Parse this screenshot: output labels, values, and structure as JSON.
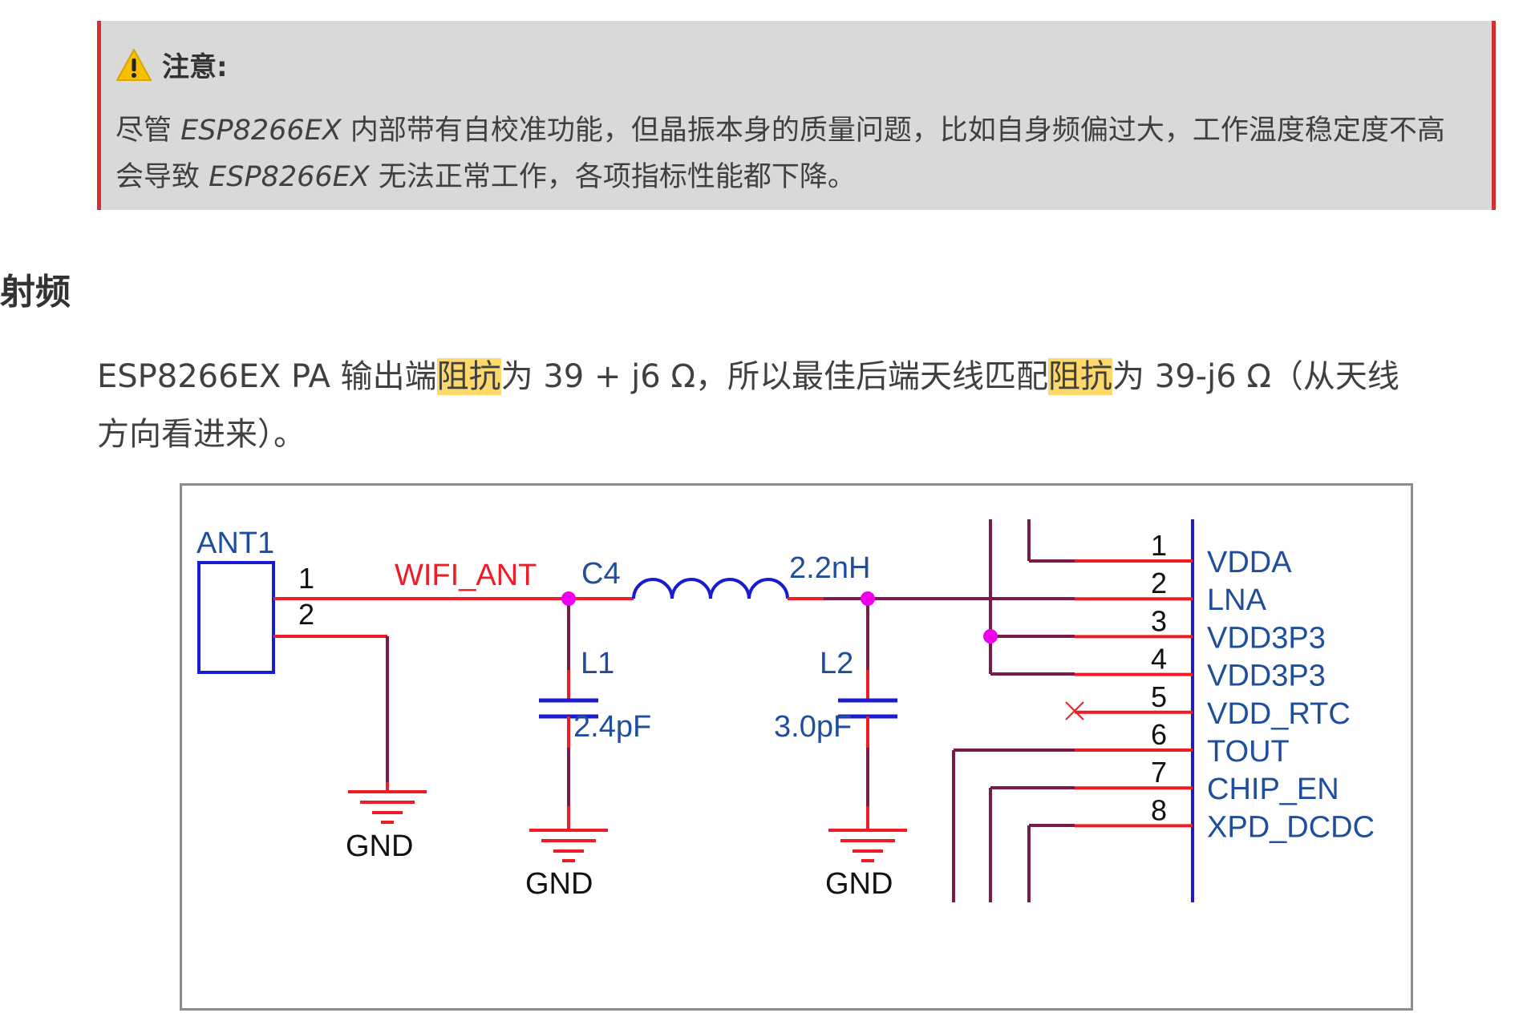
{
  "note": {
    "title": "注意:",
    "line1_pre": "尽管 ",
    "line1_em": "ESP8266EX",
    "line1_post": " 内部带有自校准功能，但晶振本身的质量问题，比如自身频偏过大，工作温度稳定度不高",
    "line2_pre": "会导致 ",
    "line2_em": "ESP8266EX",
    "line2_post": " 无法正常工作，各项指标性能都下降。"
  },
  "section": {
    "title": "射频"
  },
  "paragraph": {
    "seg1": "ESP8266EX PA 输出端",
    "hl1": "阻抗",
    "seg2": "为 39 + j6 Ω，所以最佳后端天线匹配",
    "hl2": "阻抗",
    "seg3": "为 39-j6 Ω（从天线",
    "seg4": "方向看进来）。"
  },
  "schematic": {
    "ant_label": "ANT1",
    "ant_pin1": "1",
    "ant_pin2": "2",
    "net_label": "WIFI_ANT",
    "c4_label": "C4",
    "inductor_value": "2.2nH",
    "l1_label": "L1",
    "l1_value": "2.4pF",
    "l2_label": "L2",
    "l2_value": "3.0pF",
    "gnd1": "GND",
    "gnd2": "GND",
    "gnd3": "GND",
    "pin_numbers": [
      "1",
      "2",
      "3",
      "4",
      "5",
      "6",
      "7",
      "8"
    ],
    "pin_names": [
      "VDDA",
      "LNA",
      "VDD3P3",
      "VDD3P3",
      "VDD_RTC",
      "TOUT",
      "CHIP_EN",
      "XPD_DCDC"
    ],
    "colors": {
      "wire_red": "#ee1c24",
      "wire_purple": "#7a1a4a",
      "blue": "#1a1ad0",
      "label_blue": "#1f4e9c",
      "junction": "#ee00ee"
    }
  }
}
